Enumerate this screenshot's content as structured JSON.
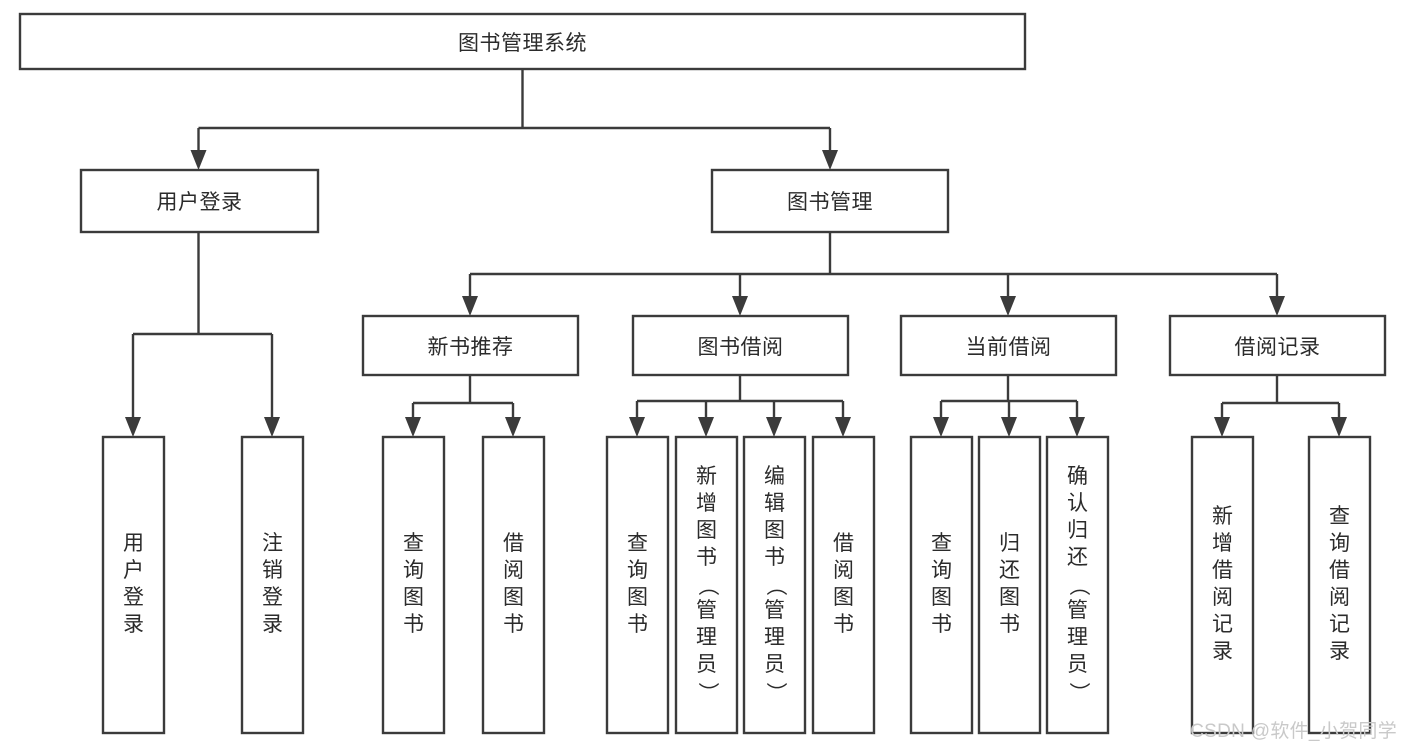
{
  "diagram": {
    "type": "tree",
    "title": "图书管理系统",
    "watermark": "CSDN @软件_小贺同学",
    "colors": {
      "stroke": "#3b3b3b",
      "fill": "#ffffff",
      "text": "#2b2b2b",
      "background": "#ffffff",
      "watermark": "#c9c9c9"
    },
    "nodes": {
      "root": {
        "label": "图书管理系统"
      },
      "level2": [
        {
          "id": "user-login",
          "label": "用户登录"
        },
        {
          "id": "book-manage",
          "label": "图书管理"
        }
      ],
      "level3": [
        {
          "id": "new-book-rec",
          "label": "新书推荐"
        },
        {
          "id": "book-borrow",
          "label": "图书借阅"
        },
        {
          "id": "current-borrow",
          "label": "当前借阅"
        },
        {
          "id": "borrow-record",
          "label": "借阅记录"
        }
      ],
      "leaves": {
        "user-login": [
          {
            "id": "leaf-user-login",
            "label": "用户登录"
          },
          {
            "id": "leaf-logout",
            "label": "注销登录"
          }
        ],
        "new-book-rec": [
          {
            "id": "leaf-query-book-1",
            "label": "查询图书"
          },
          {
            "id": "leaf-borrow-book-1",
            "label": "借阅图书"
          }
        ],
        "book-borrow": [
          {
            "id": "leaf-query-book-2",
            "label": "查询图书"
          },
          {
            "id": "leaf-add-book",
            "label": "新增图书（管理员）"
          },
          {
            "id": "leaf-edit-book",
            "label": "编辑图书（管理员）"
          },
          {
            "id": "leaf-borrow-book-2",
            "label": "借阅图书"
          }
        ],
        "current-borrow": [
          {
            "id": "leaf-query-book-3",
            "label": "查询图书"
          },
          {
            "id": "leaf-return-book",
            "label": "归还图书"
          },
          {
            "id": "leaf-confirm-return",
            "label": "确认归还（管理员）"
          }
        ],
        "borrow-record": [
          {
            "id": "leaf-add-record",
            "label": "新增借阅记录"
          },
          {
            "id": "leaf-query-record",
            "label": "查询借阅记录"
          }
        ]
      }
    }
  }
}
